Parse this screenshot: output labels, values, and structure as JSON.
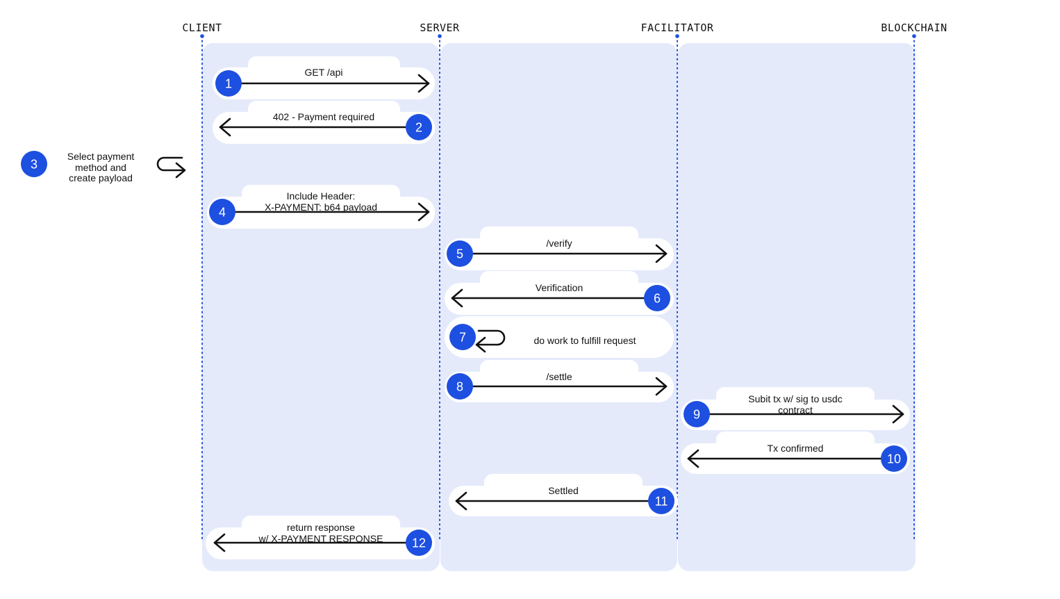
{
  "colors": {
    "lane_fill": "#e5eafb",
    "accent": "#1d4fe0",
    "arrow": "#111111",
    "pill": "#ffffff",
    "text": "#111111"
  },
  "lanes": [
    {
      "id": "client",
      "label": "CLIENT"
    },
    {
      "id": "server",
      "label": "SERVER"
    },
    {
      "id": "facilitator",
      "label": "FACILITATOR"
    },
    {
      "id": "blockchain",
      "label": "BLOCKCHAIN"
    }
  ],
  "steps": [
    {
      "n": "1",
      "from": "client",
      "to": "server",
      "lines": [
        "GET /api"
      ]
    },
    {
      "n": "2",
      "from": "server",
      "to": "client",
      "lines": [
        "402 - Payment required"
      ]
    },
    {
      "n": "3",
      "self": "client",
      "lines": [
        "Select payment",
        "method and",
        "create payload"
      ]
    },
    {
      "n": "4",
      "from": "client",
      "to": "server",
      "lines": [
        "Include Header:",
        "X-PAYMENT: b64 payload"
      ]
    },
    {
      "n": "5",
      "from": "server",
      "to": "facilitator",
      "lines": [
        "/verify"
      ]
    },
    {
      "n": "6",
      "from": "facilitator",
      "to": "server",
      "lines": [
        "Verification"
      ]
    },
    {
      "n": "7",
      "self": "server",
      "lines": [
        "do work to fulfill request"
      ]
    },
    {
      "n": "8",
      "from": "server",
      "to": "facilitator",
      "lines": [
        "/settle"
      ]
    },
    {
      "n": "9",
      "from": "facilitator",
      "to": "blockchain",
      "lines": [
        "Subit tx w/ sig to usdc",
        "contract"
      ]
    },
    {
      "n": "10",
      "from": "blockchain",
      "to": "facilitator",
      "lines": [
        "Tx confirmed"
      ]
    },
    {
      "n": "11",
      "from": "facilitator",
      "to": "server",
      "lines": [
        "Settled"
      ]
    },
    {
      "n": "12",
      "from": "server",
      "to": "client",
      "lines": [
        "return response",
        "w/ X-PAYMENT RESPONSE"
      ]
    }
  ]
}
